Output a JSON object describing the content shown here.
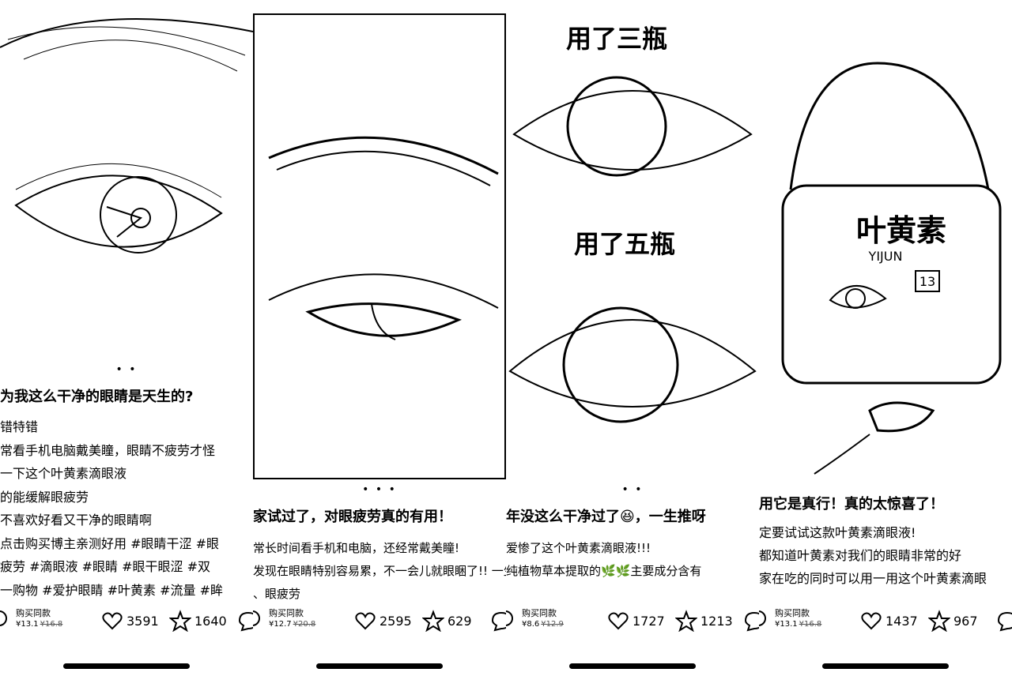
{
  "panels": [
    {
      "image_alt": "eye-closeup",
      "dots": "• •",
      "title": "为我这么干净的眼睛是天生的?",
      "lines": [
        "错特错",
        "常看手机电脑戴美瞳，眼睛不疲劳才怪",
        "一下这个叶黄素滴眼液",
        "的能缓解眼疲劳",
        "不喜欢好看又干净的眼睛啊",
        "点击购买博主亲测好用 #眼睛干涩 #眼",
        "疲劳 #滴眼液 #眼睛 #眼干眼涩 #双",
        "一购物 #爱护眼睛 #叶黄素 #流量 #眸"
      ],
      "buy_label": "购买同款",
      "price": "¥13.1",
      "old_price": "¥16.8",
      "likes": "3591",
      "favorites": "1640"
    },
    {
      "image_alt": "eyebrow-and-eye",
      "dots": "• • •",
      "title": "家试过了，对眼疲劳真的有用！",
      "lines": [
        "常长时间看手机和电脑，还经常戴美瞳!",
        "发现在眼睛特别容易累，不一会儿就眼睏了!! 一生推",
        "、眼疲劳"
      ],
      "buy_label": "购买同款",
      "price": "¥12.7",
      "old_price": "¥20.8",
      "likes": "2595",
      "favorites": "629"
    },
    {
      "image_alt": "before-after-eyes",
      "img_text_top": "用了三瓶",
      "img_text_mid": "用了五瓶",
      "dots": "• •",
      "title": "年没这么干净过了😆，一生推呀",
      "lines": [
        "爱惨了这个叶黄素滴眼液!!!",
        "",
        "纯植物草本提取的🌿🌿主要成分含有"
      ],
      "buy_label": "购买同款",
      "price": "¥8.6",
      "old_price": "¥12.9",
      "likes": "1727",
      "favorites": "1213"
    },
    {
      "image_alt": "eye-drop-bottle",
      "bottle_title": "叶黄素",
      "bottle_sub": "YIJUN",
      "bottle_volume": "13",
      "dots": "",
      "title": "用它是真行！真的太惊喜了！",
      "lines": [
        "定要试试这款叶黄素滴眼液!",
        "都知道叶黄素对我们的眼睛非常的好",
        "家在吃的同时可以用一用这个叶黄素滴眼"
      ],
      "buy_label": "购买同款",
      "price": "¥13.1",
      "old_price": "¥16.8",
      "likes": "1437",
      "favorites": "967"
    }
  ]
}
